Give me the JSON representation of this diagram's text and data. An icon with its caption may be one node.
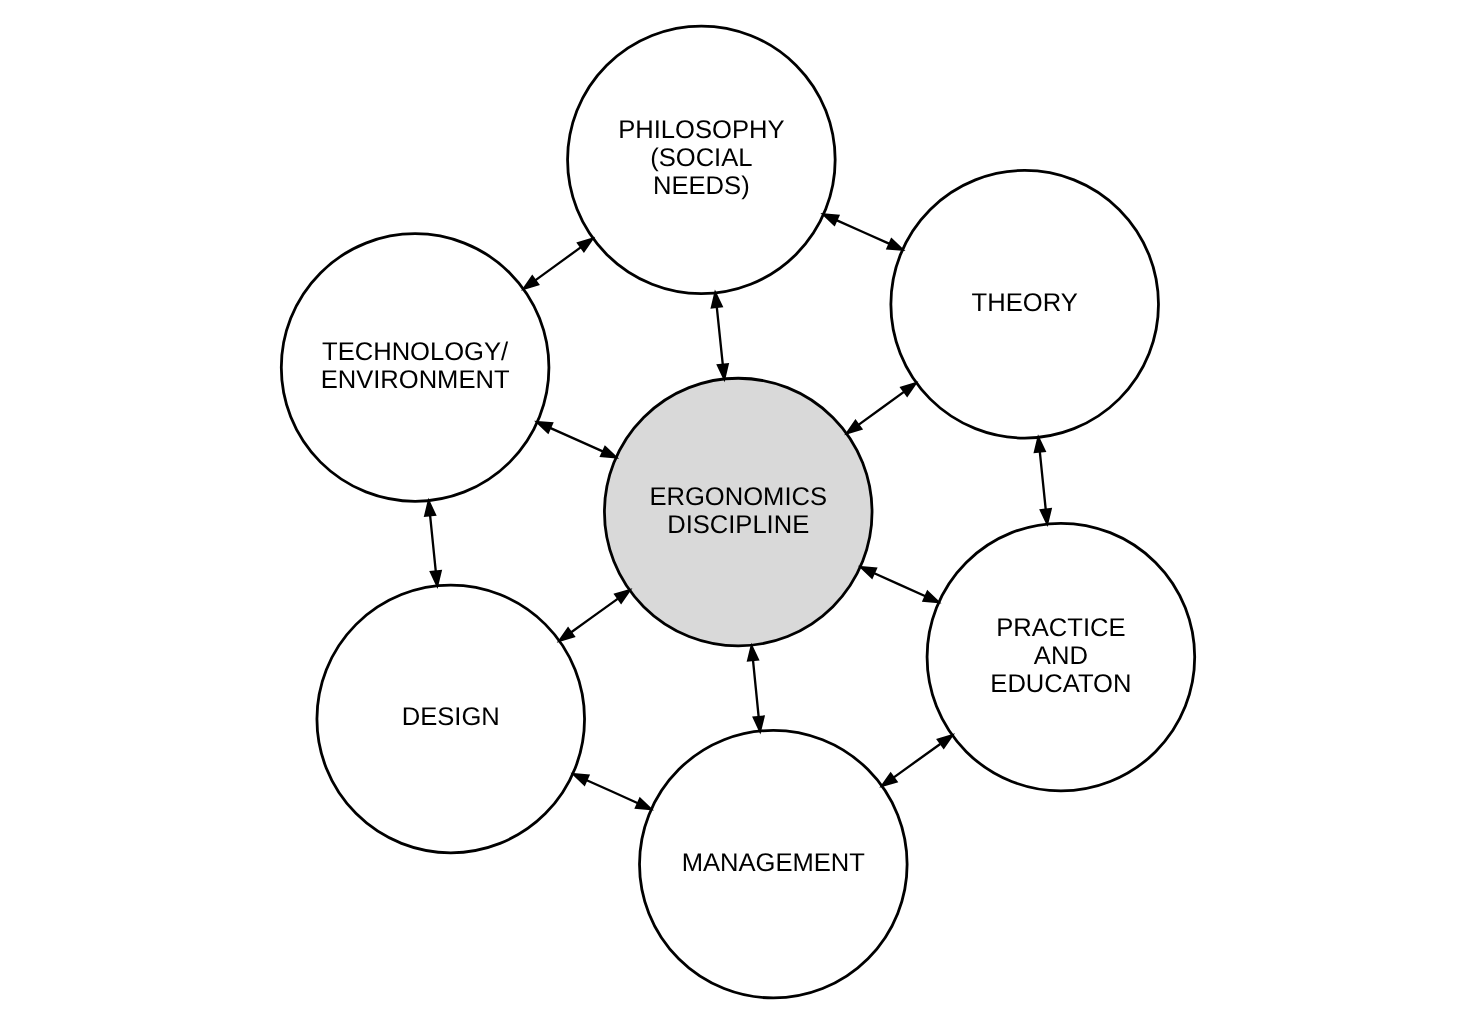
{
  "diagram": {
    "nodes": [
      {
        "text": [
          "PHILOSOPHY (SOCIAL NEEDS)"
        ]
      },
      {
        "text": [
          "THEORY"
        ]
      },
      {
        "text": [
          "TECHNOLOGY/ ENVIRONMENT"
        ]
      },
      {
        "text": [
          "ERGONOMICS DISCIPLINE"
        ]
      },
      {
        "text": [
          "PRACTICE AND EDUCATON"
        ]
      },
      {
        "text": [
          "DESIGN"
        ]
      },
      {
        "text": [
          "MANAGEMENT"
        ]
      }
    ],
    "edges": [
      {
        "from": 0,
        "to": 1,
        "arrow": "both"
      },
      {
        "from": 0,
        "to": 2,
        "arrow": "both"
      },
      {
        "from": 0,
        "to": 3,
        "arrow": "both"
      },
      {
        "from": 1,
        "to": 3,
        "arrow": "both"
      },
      {
        "from": 1,
        "to": 4,
        "arrow": "both"
      },
      {
        "from": 2,
        "to": 3,
        "arrow": "both"
      },
      {
        "from": 3,
        "to": 4,
        "arrow": "both"
      },
      {
        "from": 2,
        "to": 5,
        "arrow": "both"
      },
      {
        "from": 3,
        "to": 5,
        "arrow": "both"
      },
      {
        "from": 3,
        "to": 6,
        "arrow": "both"
      },
      {
        "from": 4,
        "to": 6,
        "arrow": "both"
      },
      {
        "from": 5,
        "to": 6,
        "arrow": "both"
      }
    ]
  }
}
